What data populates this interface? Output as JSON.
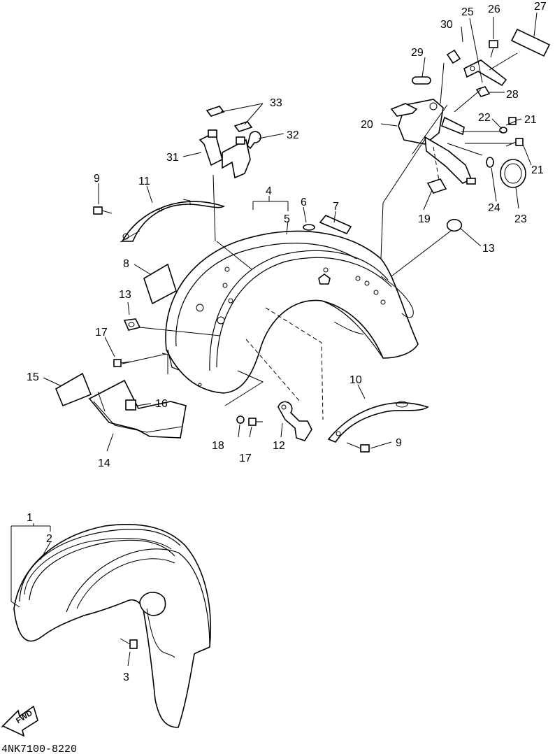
{
  "diagram": {
    "labels": {
      "l1": "1",
      "l2": "2",
      "l3": "3",
      "l4": "4",
      "l5": "5",
      "l6": "6",
      "l7": "7",
      "l8": "8",
      "l9a": "9",
      "l9b": "9",
      "l10": "10",
      "l11": "11",
      "l12": "12",
      "l13a": "13",
      "l13b": "13",
      "l14": "14",
      "l15": "15",
      "l16": "16",
      "l17a": "17",
      "l17b": "17",
      "l18": "18",
      "l19": "19",
      "l20": "20",
      "l21a": "21",
      "l21b": "21",
      "l22": "22",
      "l23": "23",
      "l24": "24",
      "l25": "25",
      "l26": "26",
      "l27": "27",
      "l28": "28",
      "l29": "29",
      "l30": "30",
      "l31": "31",
      "l32": "32",
      "l33": "33"
    },
    "fwd_arrow_text": "FWD",
    "drawing_code": "4NK7100-8220"
  }
}
